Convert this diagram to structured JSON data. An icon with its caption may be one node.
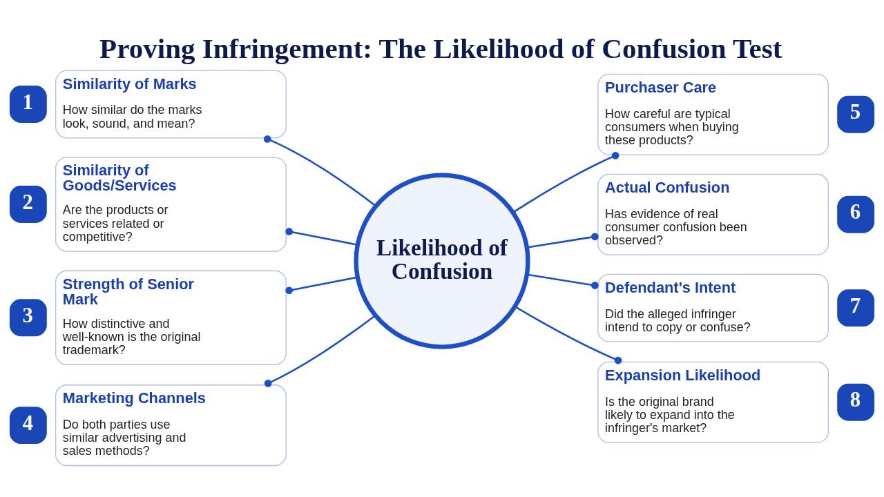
{
  "diagram": {
    "title": "Proving Infringement: The Likelihood of Confusion Test",
    "nodes": [
      {
        "text": [
          "Similarity of Marks",
          "How similar do the marks look, sound, and mean?"
        ],
        "beside": [
          "1"
        ]
      },
      {
        "text": [
          "Similarity of Goods/Services",
          "Are the products or services related or competitive?"
        ],
        "beside": [
          "2"
        ]
      },
      {
        "text": [
          "Strength of Senior Mark",
          "How distinctive and well-known is the original trademark?"
        ],
        "beside": [
          "3"
        ]
      },
      {
        "text": [
          "Marketing Channels",
          "Do both parties use similar advertising and sales methods?"
        ],
        "beside": [
          "4"
        ]
      },
      {
        "text": [
          "Likelihood of Confusion"
        ]
      },
      {
        "text": [
          "Purchaser Care",
          "How careful are typical consumers when buying these products?"
        ],
        "beside": [
          "5"
        ]
      },
      {
        "text": [
          "Actual Confusion",
          "Has evidence of real consumer confusion been observed?"
        ],
        "beside": [
          "6"
        ]
      },
      {
        "text": [
          "Defendant's Intent",
          "Did the alleged infringer intend to copy or confuse?"
        ],
        "beside": [
          "7"
        ]
      },
      {
        "text": [
          "Expansion Likelihood",
          "Is the original brand likely to expand into the infringer's market?"
        ],
        "beside": [
          "8"
        ]
      }
    ],
    "edges": [
      {
        "from": 0,
        "to": 4,
        "arrow": "other"
      },
      {
        "from": 1,
        "to": 4,
        "arrow": "other"
      },
      {
        "from": 2,
        "to": 4,
        "arrow": "other"
      },
      {
        "from": 3,
        "to": 4,
        "arrow": "other"
      },
      {
        "from": 4,
        "to": 5,
        "arrow": "other"
      },
      {
        "from": 4,
        "to": 6,
        "arrow": "other"
      },
      {
        "from": 4,
        "to": 7,
        "arrow": "other"
      },
      {
        "from": 4,
        "to": 8,
        "arrow": "other"
      }
    ]
  }
}
